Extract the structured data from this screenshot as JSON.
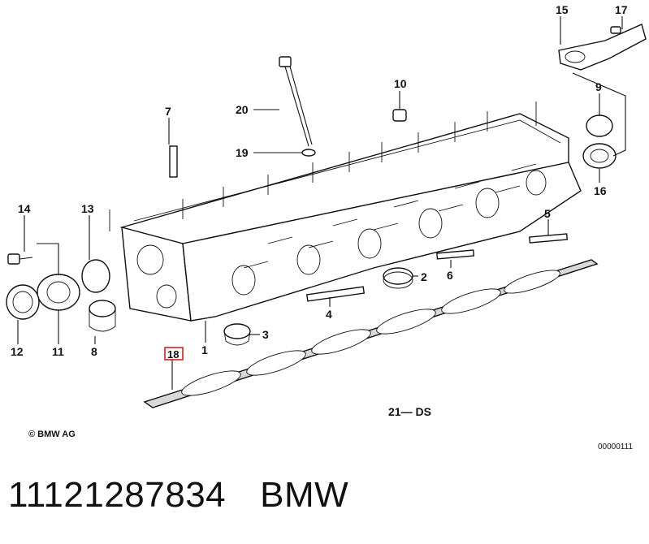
{
  "callouts": {
    "c1": "1",
    "c2": "2",
    "c3": "3",
    "c4": "4",
    "c5": "5",
    "c6": "6",
    "c7": "7",
    "c8": "8",
    "c9": "9",
    "c10": "10",
    "c11": "11",
    "c12": "12",
    "c13": "13",
    "c14": "14",
    "c15": "15",
    "c16": "16",
    "c17": "17",
    "c18": "18",
    "c19": "19",
    "c20": "20",
    "c21": "21— DS"
  },
  "highlight_color": "#d81e1e",
  "copyright": "© BMW AG",
  "doc_number": "00000111",
  "part_number": "11121287834",
  "brand": "BMW"
}
